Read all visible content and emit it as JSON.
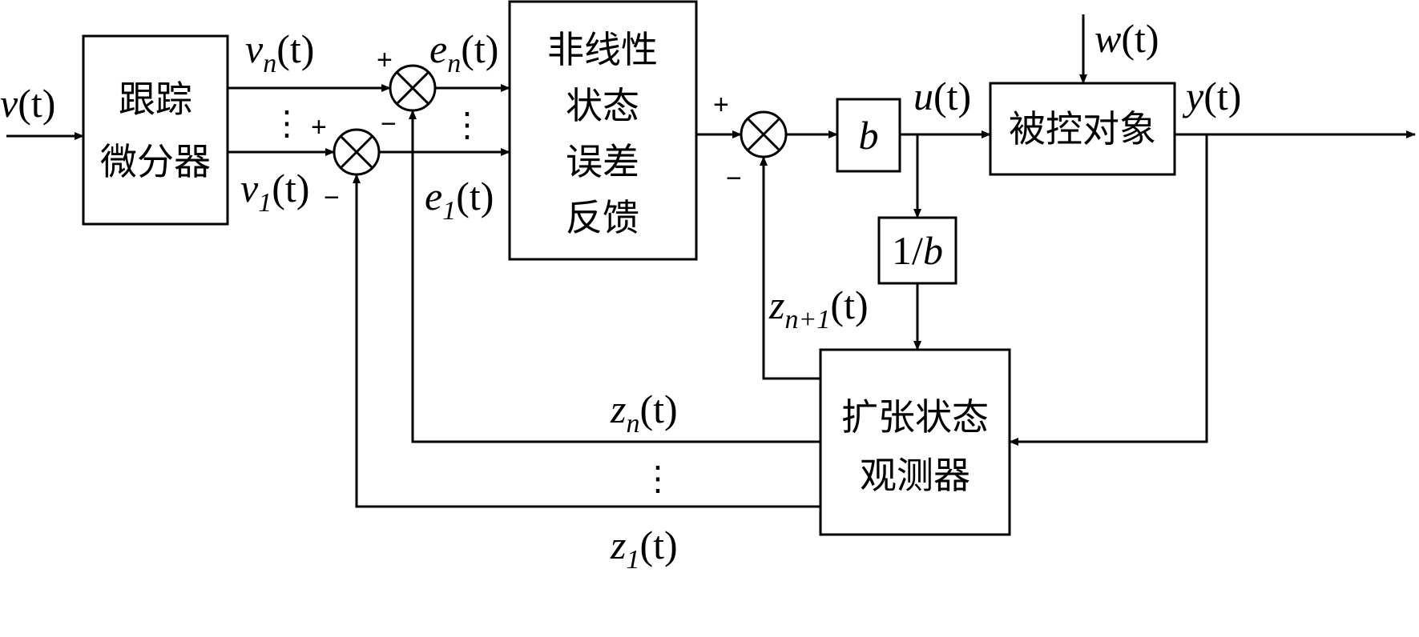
{
  "blocks": {
    "td": [
      "跟踪",
      "微分器"
    ],
    "nlsef": [
      "非线性",
      "状态",
      "误差",
      "反馈"
    ],
    "gain_b": "b",
    "inv_b": {
      "num": "1/",
      "b": "b"
    },
    "plant": "被控对象",
    "eso": [
      "扩张状态",
      "观测器"
    ]
  },
  "signals": {
    "v": {
      "name": "v",
      "arg": "(t)"
    },
    "vn": {
      "name": "v",
      "sub": "n",
      "arg": "(t)"
    },
    "v1": {
      "name": "v",
      "sub": "1",
      "arg": "(t)"
    },
    "en": {
      "name": "e",
      "sub": "n",
      "arg": "(t)"
    },
    "e1": {
      "name": "e",
      "sub": "1",
      "arg": "(t)"
    },
    "u": {
      "name": "u",
      "arg": "(t)"
    },
    "w": {
      "name": "w",
      "arg": "(t)"
    },
    "y": {
      "name": "y",
      "arg": "(t)"
    },
    "zn1": {
      "name": "z",
      "sub": "n+1",
      "arg": "(t)"
    },
    "zn": {
      "name": "z",
      "sub": "n",
      "arg": "(t)"
    },
    "z1": {
      "name": "z",
      "sub": "1",
      "arg": "(t)"
    }
  },
  "signs": {
    "plus": "+",
    "minus": "−"
  },
  "dots": "⋮"
}
